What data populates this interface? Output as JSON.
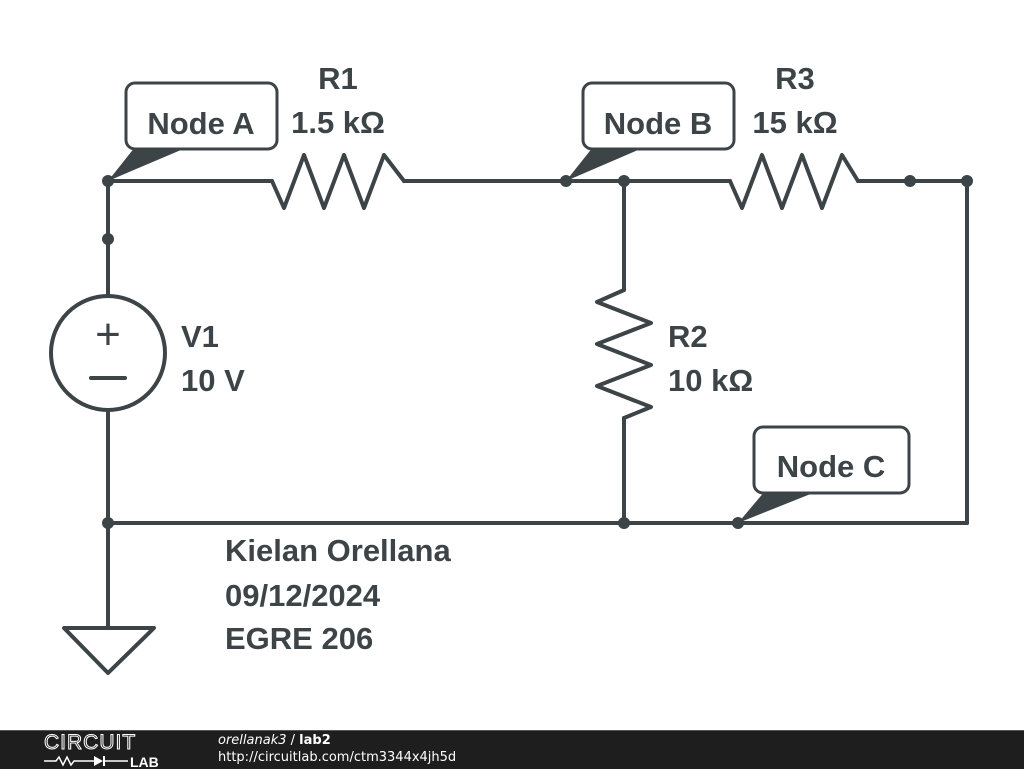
{
  "schematic": {
    "components": {
      "r1": {
        "name": "R1",
        "value": "1.5 kΩ"
      },
      "r2": {
        "name": "R2",
        "value": "10 kΩ"
      },
      "r3": {
        "name": "R3",
        "value": "15 kΩ"
      },
      "v1": {
        "name": "V1",
        "value": "10 V",
        "plus_glyph": "+",
        "minus_glyph": "−"
      }
    },
    "nodes": {
      "a": "Node A",
      "b": "Node B",
      "c": "Node C"
    },
    "notes": {
      "author": "Kielan Orellana",
      "date": "09/12/2024",
      "course": "EGRE 206"
    },
    "colors": {
      "ink": "#3d4448",
      "background": "#ffffff"
    }
  },
  "footer": {
    "logo_top": "CIRCUIT",
    "logo_bottom": "LAB",
    "user": "orellanak3",
    "separator": " / ",
    "project": "lab2",
    "url": "http://circuitlab.com/ctm3344x4jh5d"
  }
}
